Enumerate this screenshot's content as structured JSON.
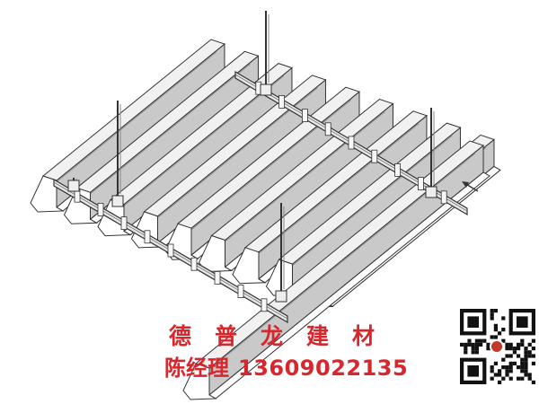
{
  "diagram": {
    "colors": {
      "line": "#333333",
      "panel_top": "#f1f1f1",
      "panel_side": "#c9c9c9",
      "carrier": "#e6e6e6",
      "qr": "#111111",
      "qr_accent": "#c0392b"
    },
    "parts": [
      "ceiling-strip-panel",
      "carrier-keel",
      "hanger-rod",
      "hanger-clip",
      "direction-arrow"
    ],
    "panel_count": 10,
    "hanger_count": 5
  },
  "watermark": {
    "brand": "德普龙建材",
    "contact_name": "陈经理",
    "phone": "13609022135",
    "color": "#d8262c"
  },
  "qr_code": {
    "icon": "qr-code-icon"
  }
}
